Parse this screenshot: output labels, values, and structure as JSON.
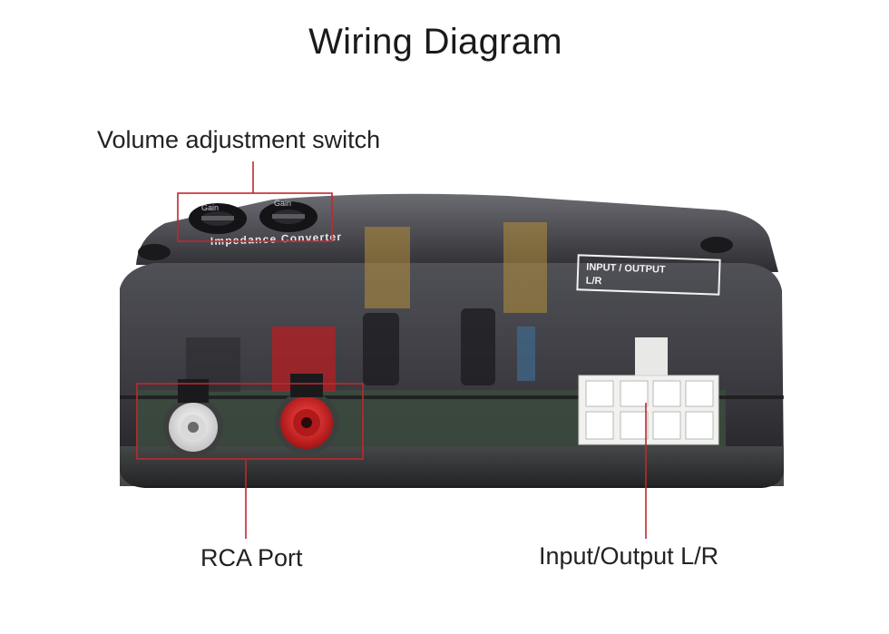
{
  "title": "Wiring Diagram",
  "callouts": {
    "volume": "Volume adjustment switch",
    "rca": "RCA Port",
    "io": "Input/Output L/R"
  },
  "device": {
    "brand_text": "Impedance Converter",
    "knob_label_1": "Gain",
    "knob_label_2": "Gain",
    "io_label_line1": "INPUT / OUTPUT",
    "io_label_line2": "L/R"
  },
  "colors": {
    "callout_line": "#c0282c",
    "housing": "#3a3a3f",
    "rca_white": "#f2f2f2",
    "rca_red": "#cc1b1b"
  }
}
